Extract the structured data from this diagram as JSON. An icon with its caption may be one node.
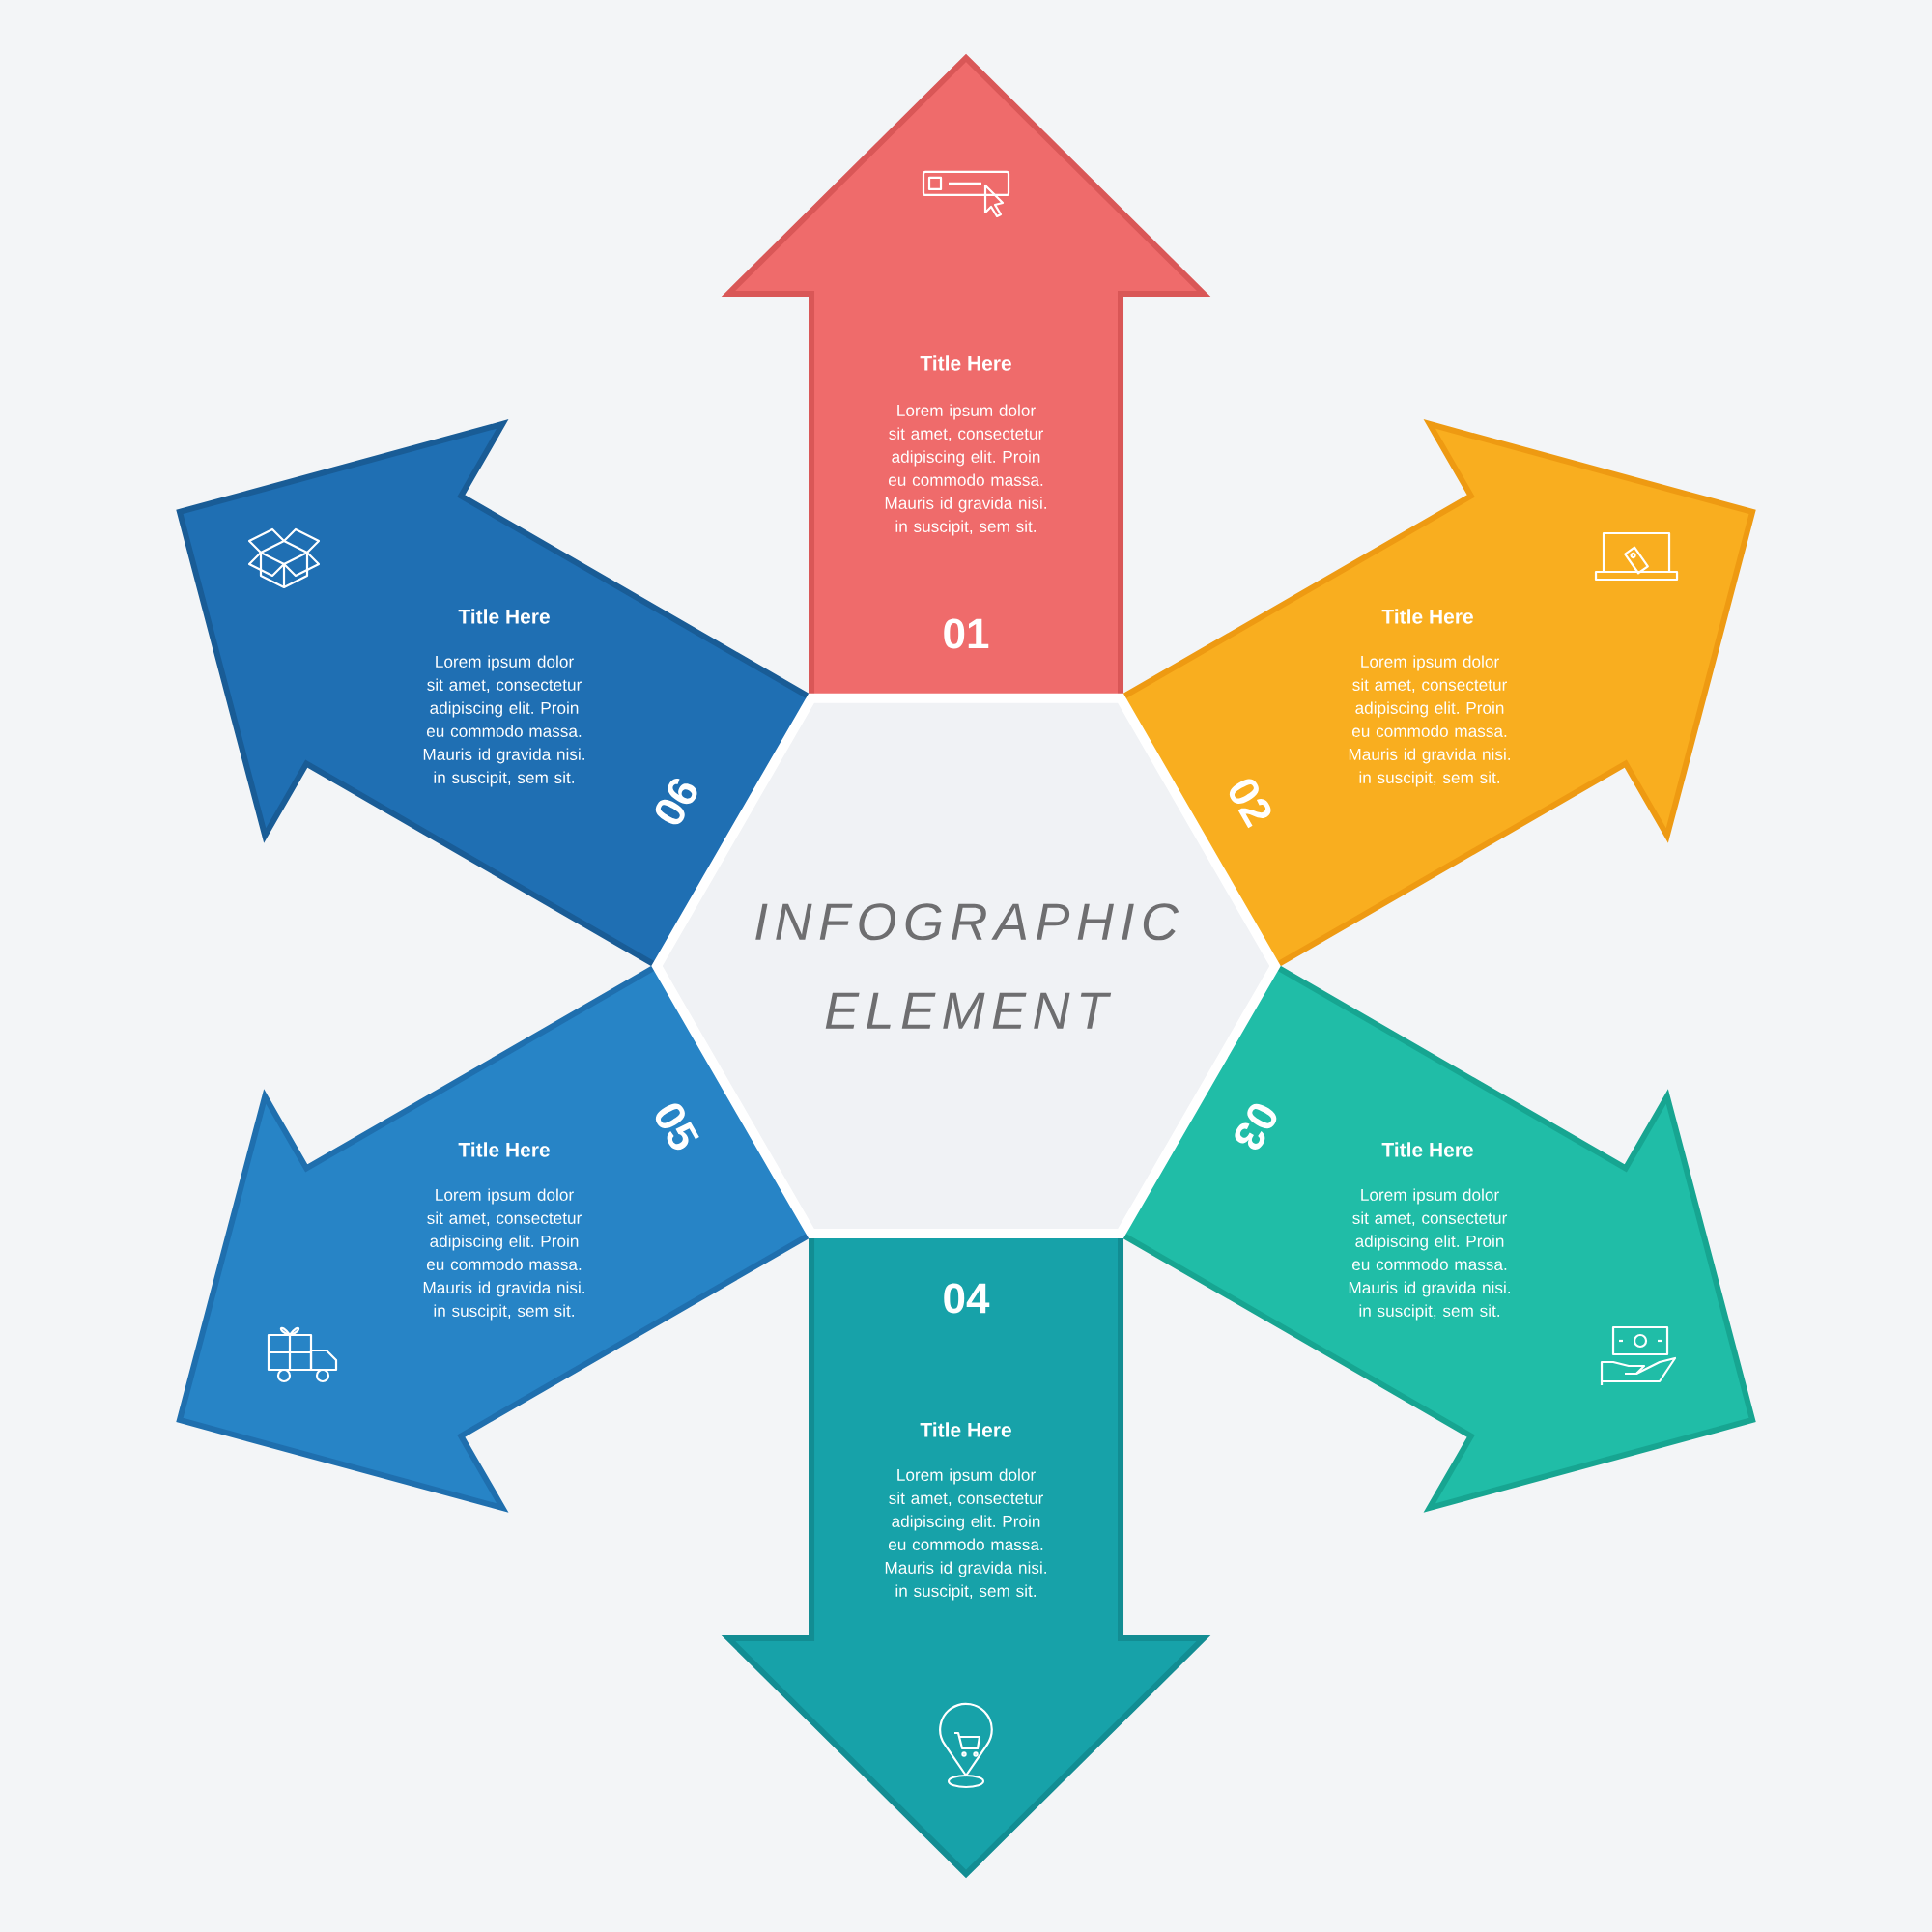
{
  "diagram": {
    "nodes": [
      {
        "text": [
          "Title Here",
          "Lorem ipsum dolor sit amet, consectetur adipiscing elit. Proin eu commodo massa. Mauris id gravida nisi. in suscipit, sem sit.",
          "01"
        ]
      },
      {
        "text": [
          "Title Here",
          "Lorem ipsum dolor sit amet, consectetur adipiscing elit. Proin eu commodo massa. Mauris id gravida nisi. in suscipit, sem sit.",
          "02"
        ]
      },
      {
        "text": [
          "03",
          "Title Here",
          "Lorem ipsum dolor sit amet, consectetur adipiscing elit. Proin eu commodo massa. Mauris id gravida nisi. in suscipit, sem sit."
        ]
      },
      {
        "text": [
          "04",
          "Title Here",
          "Lorem ipsum dolor sit amet, consectetur adipiscing elit. Proin eu commodo massa. Mauris id gravida nisi. in suscipit, sem sit."
        ]
      },
      {
        "text": [
          "05",
          "Title Here",
          "Lorem ipsum dolor sit amet, consectetur adipiscing elit. Proin eu commodo massa. Mauris id gravida nisi. in suscipit, sem sit."
        ]
      },
      {
        "text": [
          "Title Here",
          "Lorem ipsum dolor sit amet, consectetur adipiscing elit. Proin eu commodo massa. Mauris id gravida nisi. in suscipit, sem sit.",
          "06"
        ]
      },
      {
        "text": [
          "INFOGRAPHIC ELEMENT"
        ]
      }
    ]
  }
}
